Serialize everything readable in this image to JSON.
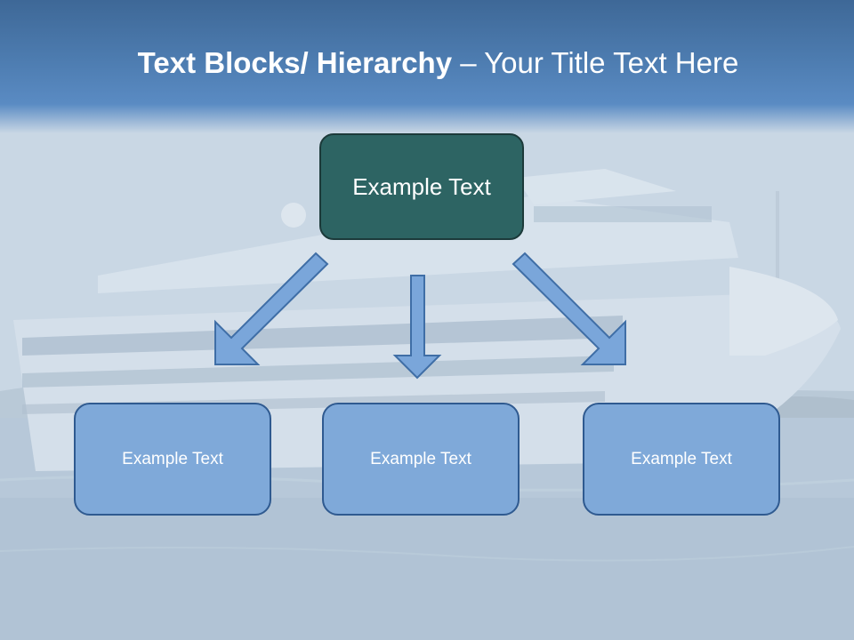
{
  "slide": {
    "title_strong": "Text Blocks/ Hierarchy",
    "title_rest": " – Your Title Text Here",
    "top_box": "Example Text",
    "child_boxes": [
      {
        "label": "Example Text"
      },
      {
        "label": "Example Text"
      },
      {
        "label": "Example Text"
      }
    ]
  },
  "colors": {
    "title_band": "#4a78ad",
    "top_box_fill": "#2d6463",
    "child_box_fill": "#7fa9d9",
    "arrow_fill": "#7aa6da",
    "arrow_stroke": "#3f6ea6"
  }
}
